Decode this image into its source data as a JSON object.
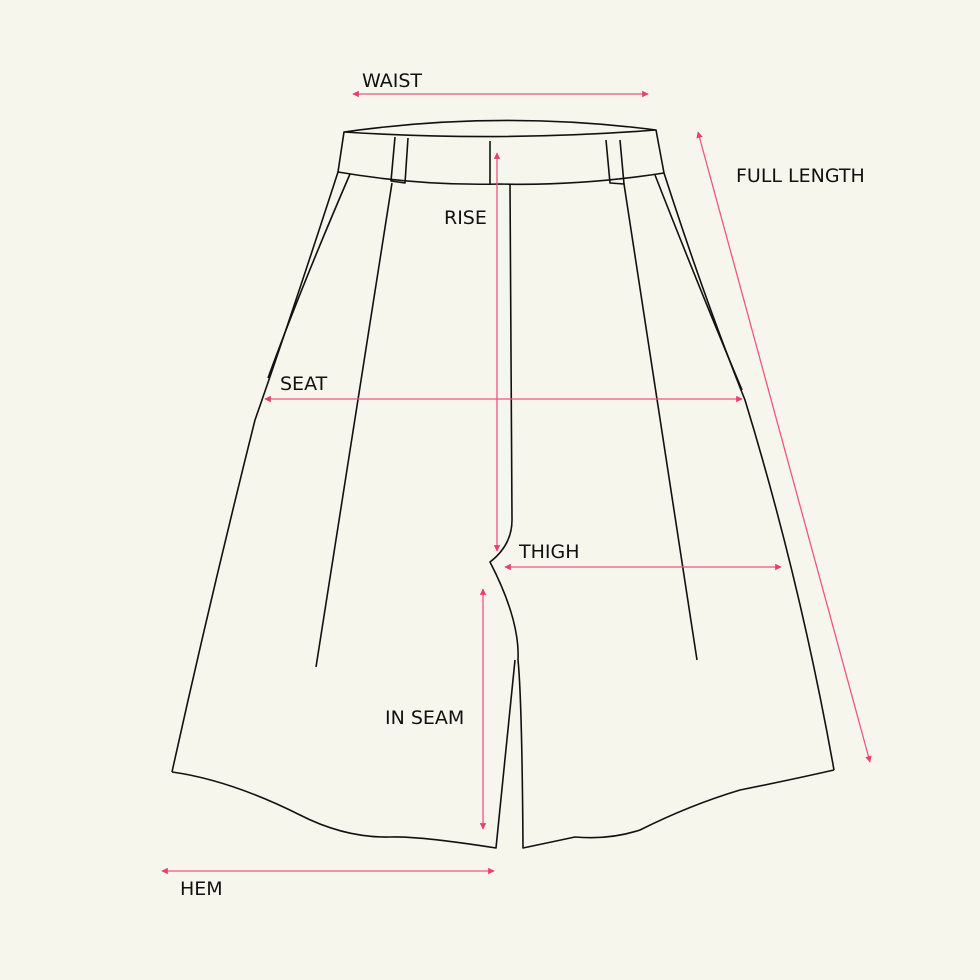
{
  "diagram": {
    "subject": "shorts",
    "colors": {
      "background": "#f6f6ec",
      "outline": "#111111",
      "measure": "#ee5580"
    },
    "labels": {
      "waist": "WAIST",
      "full_length": "FULL LENGTH",
      "rise": "RISE",
      "seat": "SEAT",
      "thigh": "THIGH",
      "in_seam": "IN SEAM",
      "hem": "HEM"
    }
  }
}
